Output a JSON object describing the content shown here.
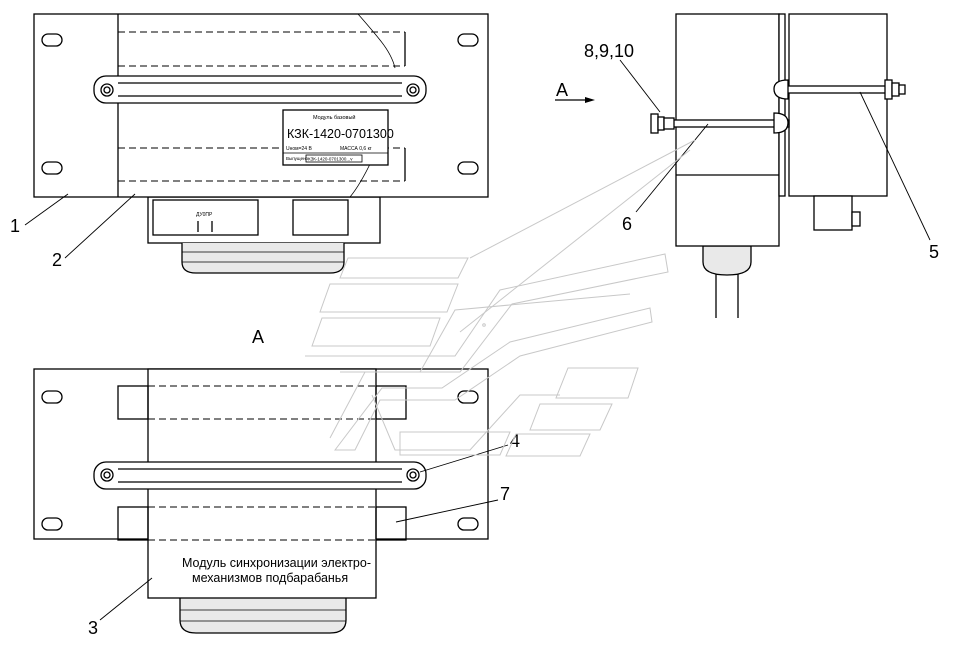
{
  "callouts": {
    "c1": "1",
    "c2": "2",
    "c3": "3",
    "c4": "4",
    "c5": "5",
    "c6": "6",
    "c7": "7",
    "c8910": "8,9,10"
  },
  "view_label": "A",
  "view_arrow_label": "A",
  "nameplate": {
    "title": "Модуль базовый",
    "code": "КЗК-1420-0701300",
    "voltage": "Uном=24 В",
    "mass": "МАССА 0,6 кг",
    "made_label": "Выпущено",
    "made_value": "КЗК-1420-0701300...v"
  },
  "connector_mark": "ДУ0ПР",
  "caption": {
    "line1": "Модуль синхронизации электро-",
    "line2": "механизмов подбарабанья"
  }
}
